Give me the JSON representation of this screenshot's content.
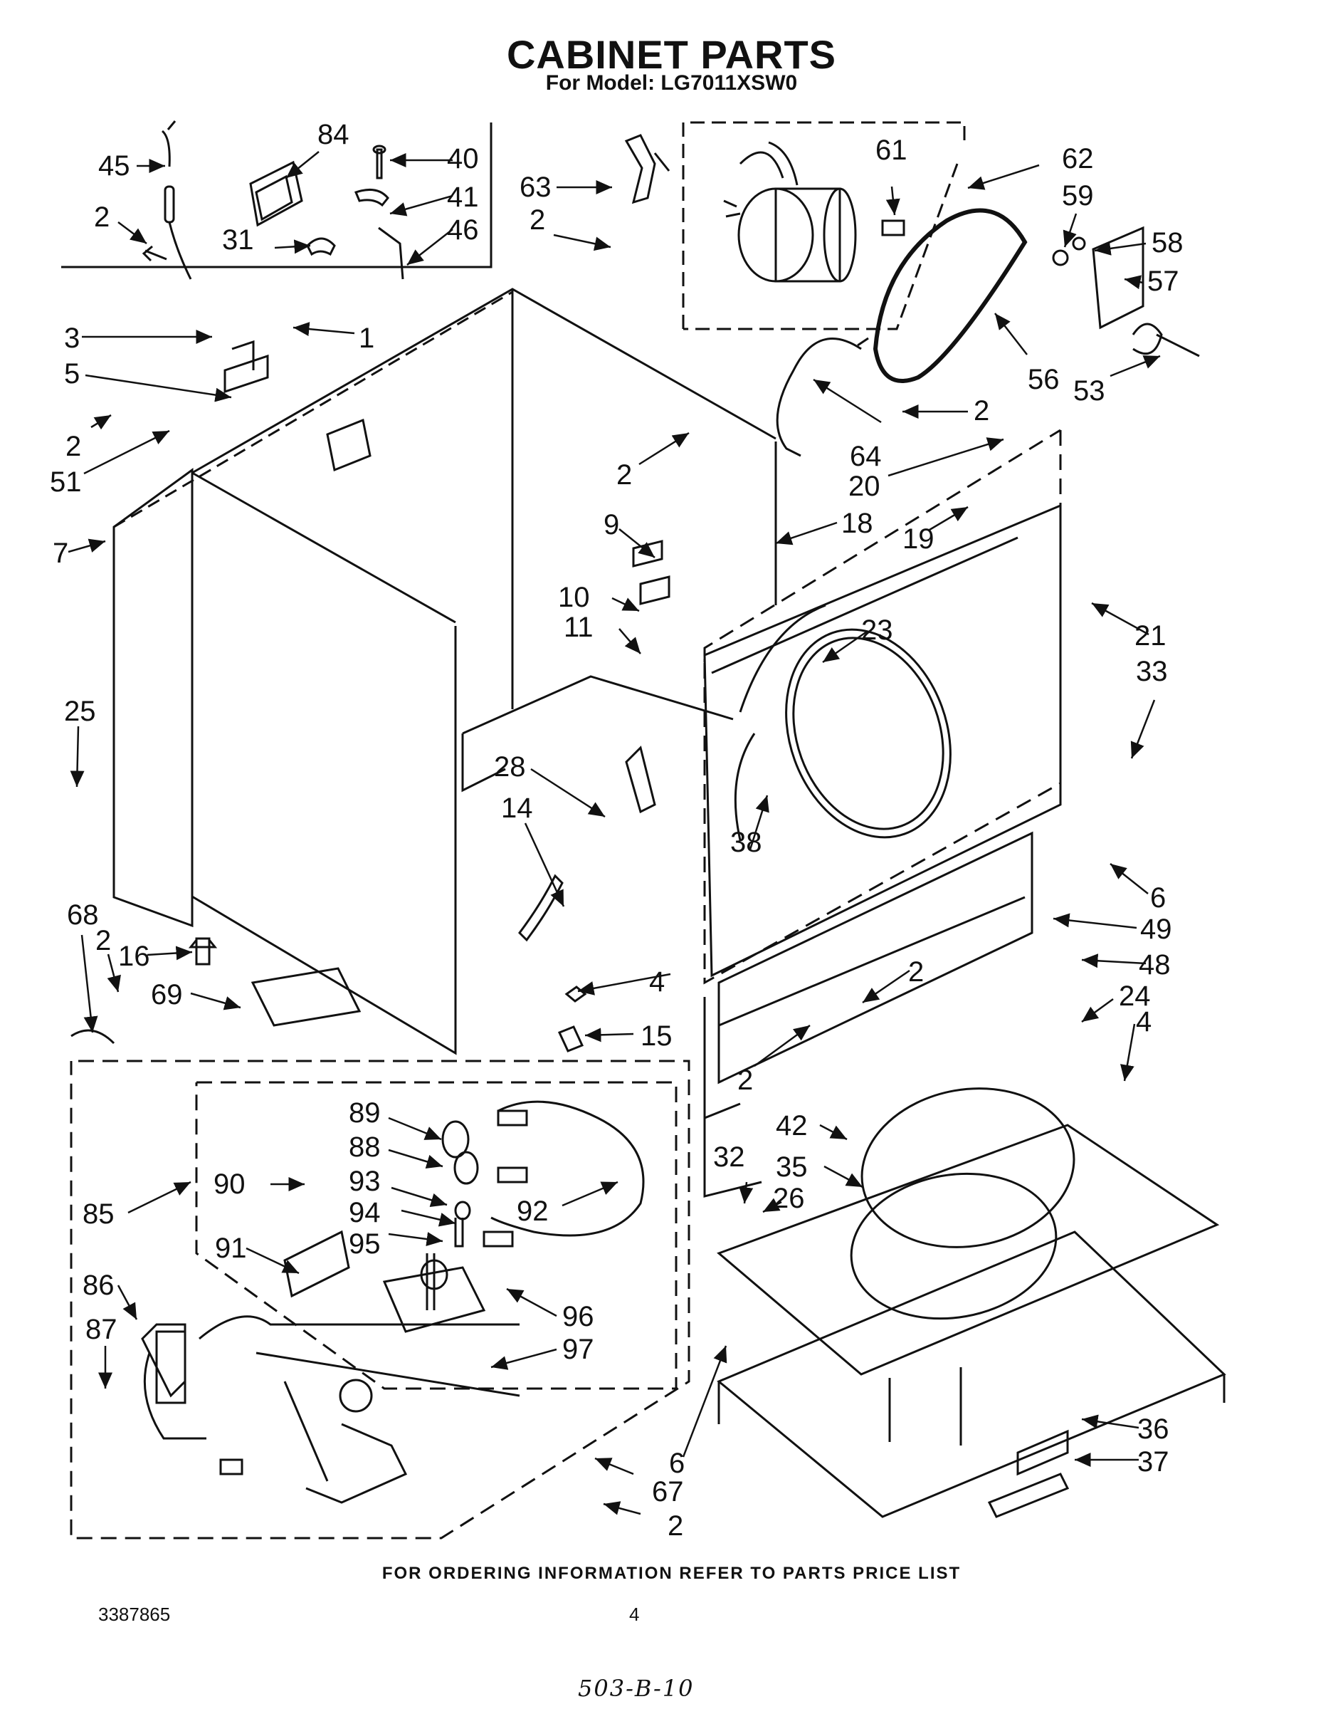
{
  "header": {
    "title": "CABINET PARTS",
    "model_line": "For Model: LG7011XSW0"
  },
  "diagram": {
    "callouts": [
      "1",
      "2",
      "3",
      "4",
      "5",
      "6",
      "7",
      "9",
      "10",
      "11",
      "14",
      "15",
      "16",
      "18",
      "19",
      "20",
      "21",
      "23",
      "24",
      "25",
      "26",
      "28",
      "31",
      "32",
      "33",
      "35",
      "36",
      "37",
      "38",
      "40",
      "41",
      "42",
      "45",
      "46",
      "48",
      "49",
      "51",
      "53",
      "56",
      "57",
      "58",
      "59",
      "61",
      "62",
      "63",
      "64",
      "67",
      "68",
      "69",
      "84",
      "85",
      "86",
      "87",
      "88",
      "89",
      "90",
      "91",
      "92",
      "93",
      "94",
      "95",
      "96",
      "97"
    ],
    "callout_labels": {
      "c45": "45",
      "c84": "84",
      "c40": "40",
      "c41": "41",
      "c46": "46",
      "c2_a": "2",
      "c31": "31",
      "c63": "63",
      "c2_b": "2",
      "c61": "61",
      "c62": "62",
      "c59": "59",
      "c58": "58",
      "c57": "57",
      "c56": "56",
      "c53": "53",
      "c2_c": "2",
      "c64": "64",
      "c3": "3",
      "c1": "1",
      "c5": "5",
      "c2_d": "2",
      "c51": "51",
      "c7": "7",
      "c20": "20",
      "c2_e": "2",
      "c18": "18",
      "c19": "19",
      "c9": "9",
      "c10": "10",
      "c11": "11",
      "c21": "21",
      "c23": "23",
      "c33": "33",
      "c25": "25",
      "c28": "28",
      "c14": "14",
      "c38": "38",
      "c6_a": "6",
      "c49": "49",
      "c68": "68",
      "c2_f": "2",
      "c16": "16",
      "c48": "48",
      "c4_a": "4",
      "c2_g": "2",
      "c24": "24",
      "c69": "69",
      "c15": "15",
      "c2_h": "2",
      "c4_b": "4",
      "c89": "89",
      "c42": "42",
      "c88": "88",
      "c32": "32",
      "c35": "35",
      "c93": "93",
      "c26": "26",
      "c85": "85",
      "c90": "90",
      "c94": "94",
      "c92": "92",
      "c95": "95",
      "c91": "91",
      "c86": "86",
      "c96": "96",
      "c87": "87",
      "c97": "97",
      "c36": "36",
      "c6_b": "6",
      "c37": "37",
      "c67": "67",
      "c2_i": "2"
    }
  },
  "footer": {
    "ordering_note": "FOR ORDERING INFORMATION REFER TO PARTS PRICE LIST",
    "document_number": "3387865",
    "page_number": "4",
    "handwritten_code": "503-B-10"
  }
}
